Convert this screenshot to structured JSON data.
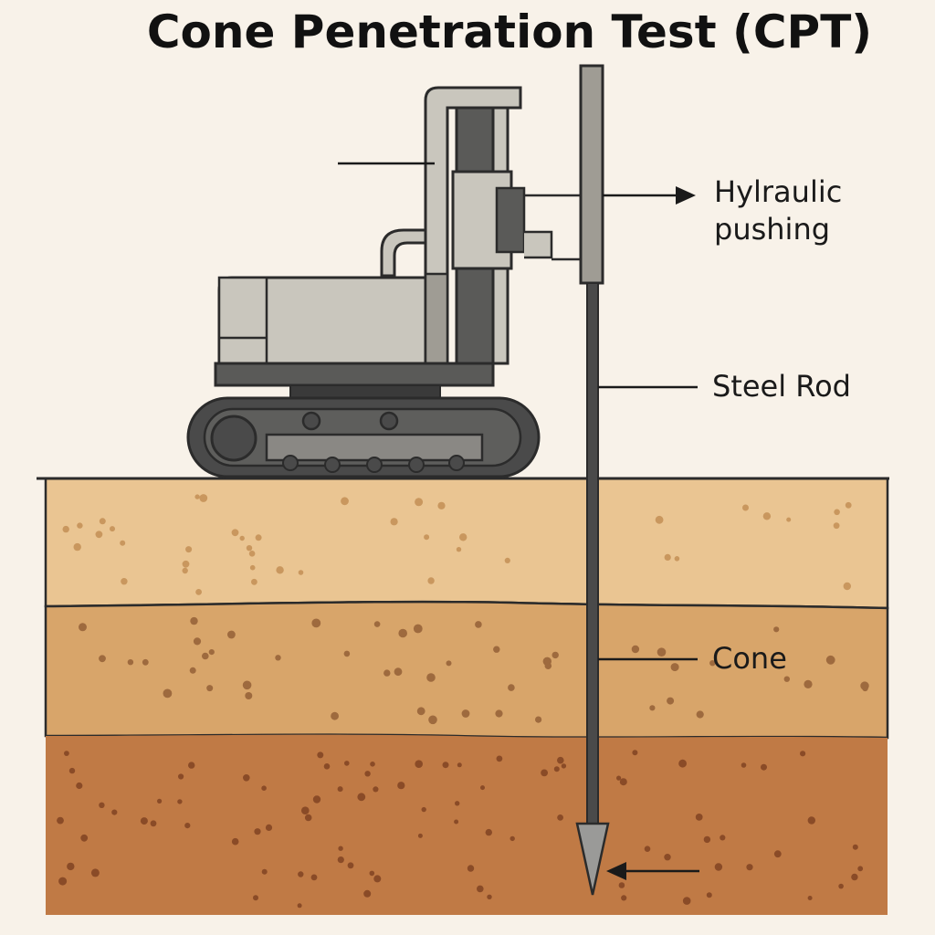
{
  "title": "Cone Penetration Test (CPT)",
  "labels": {
    "hydraulic_line1": "Hylraulic",
    "hydraulic_line2": "pushing",
    "steel_rod": "Steel Rod",
    "cone": "Cone"
  },
  "colors": {
    "background": "#f8f2e9",
    "outline": "#2b2b2b",
    "soil_top": "#eac592",
    "soil_middle": "#d8a56a",
    "soil_bottom": "#c07a45",
    "speckle_top": "#c9975e",
    "speckle_middle": "#9e6a3e",
    "speckle_bottom": "#8a4b27",
    "machine_light": "#c9c6bd",
    "machine_mid": "#9f9c94",
    "machine_dark": "#5a5a58",
    "rod": "#4a4a4a"
  },
  "icons": {
    "pointer_arrow": "arrow-right-icon",
    "cone_arrow": "arrow-left-icon"
  }
}
